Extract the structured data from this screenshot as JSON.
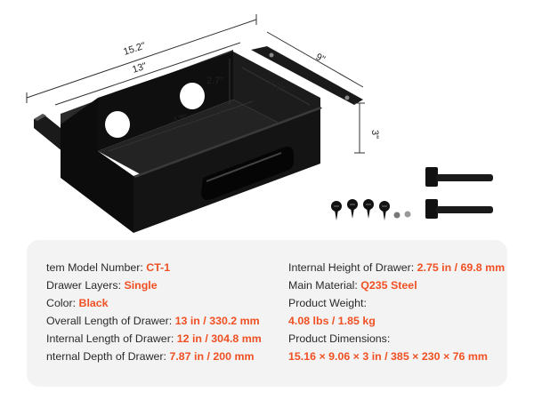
{
  "dimensions": {
    "overall_width": "15.2\"",
    "inner_width": "13\"",
    "depth": "9\"",
    "inner_height": "2.7\"",
    "inner_depth": "7.9\"",
    "inner_length": "12\"",
    "height": "3\""
  },
  "specs": {
    "left": [
      {
        "label": "tem Model Number: ",
        "value": "CT-1"
      },
      {
        "label": "Drawer Layers: ",
        "value": "Single"
      },
      {
        "label": "Color: ",
        "value": "Black"
      },
      {
        "label": "Overall Length of Drawer: ",
        "value": "13 in / 330.2 mm"
      },
      {
        "label": "Internal Length of Drawer: ",
        "value": "12 in / 304.8 mm"
      },
      {
        "label": "nternal Depth of Drawer: ",
        "value": "7.87 in / 200 mm"
      }
    ],
    "right": [
      {
        "label": "Internal Height of Drawer: ",
        "value": "2.75 in / 69.8 mm"
      },
      {
        "label": "Main Material: ",
        "value": "Q235 Steel"
      },
      {
        "label": "Product Weight:",
        "value": ""
      },
      {
        "label": "",
        "value": "4.08 lbs / 1.85 kg"
      },
      {
        "label": "Product Dimensions:",
        "value": ""
      },
      {
        "label": "",
        "value": "15.16 × 9.06 × 3 in / 385 × 230 × 76 mm"
      }
    ]
  },
  "colors": {
    "accent": "#f05023",
    "card_background": "#f3f3f3",
    "product": "#111111"
  }
}
